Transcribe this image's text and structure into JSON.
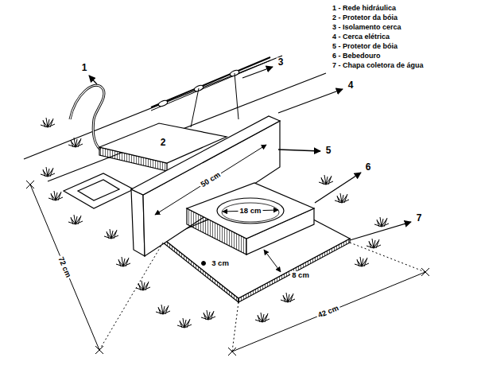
{
  "diagram": {
    "labels": [
      "1",
      "2",
      "3",
      "4",
      "5",
      "6",
      "7",
      "1 - Rede hidráulica",
      "2 - Protetor da bóia",
      "3 - Isolamento cerca",
      "4 - Cerca elétrica",
      "5 - Protetor de bóia",
      "6 - Bebedouro",
      "7 - Chapa coletora de água",
      "50 cm",
      "18 cm",
      "3 cm",
      "8 cm",
      "72 cm",
      "42 cm"
    ]
  }
}
